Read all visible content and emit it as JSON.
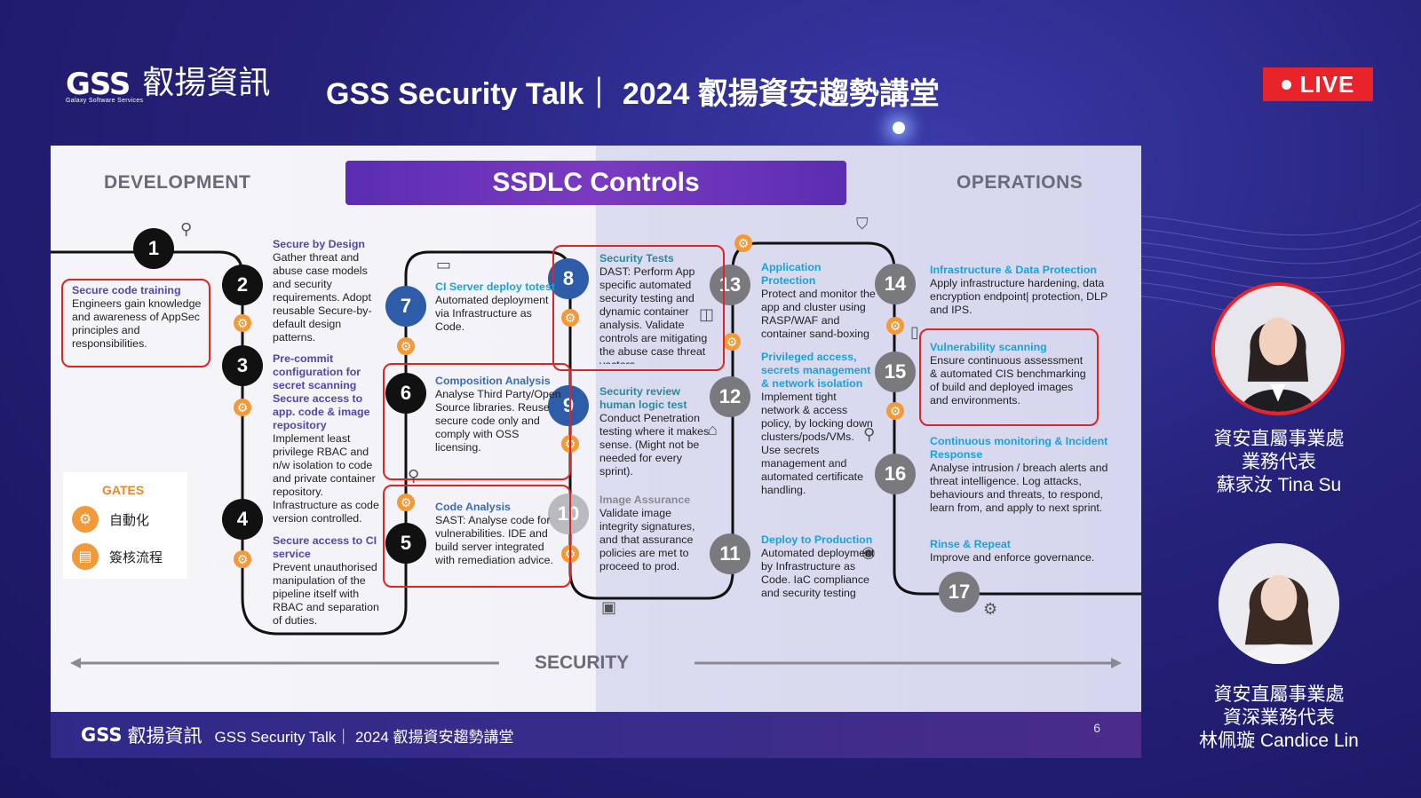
{
  "header": {
    "brand_mark": "GSS",
    "brand_sub": "Galaxy Software Services",
    "brand_cn": "叡揚資訊",
    "talk_title": "GSS Security Talk｜ 2024 叡揚資安趨勢講堂",
    "live_label": "LIVE"
  },
  "slide": {
    "development": "DEVELOPMENT",
    "title": "SSDLC Controls",
    "operations": "OPERATIONS",
    "security": "SECURITY",
    "page_number": "6",
    "footer_mark": "GSS",
    "footer_cn": "叡揚資訊",
    "footer_text": "GSS Security Talk｜ 2024 叡揚資安趨勢講堂",
    "gates": {
      "title": "GATES",
      "auto": "自動化",
      "review": "簽核流程"
    },
    "steps": {
      "s1": {
        "num": "1",
        "title": "Secure code training",
        "body": "Engineers gain knowledge and awareness of AppSec principles and responsibilities."
      },
      "s2": {
        "num": "2",
        "title": "Secure by Design",
        "body": "Gather threat and abuse case models and security requirements. Adopt reusable Secure-by-default design patterns."
      },
      "s3": {
        "num": "3",
        "title": "Pre-commit configuration for secret scanning Secure access to app. code & image repository",
        "body": "Implement least privilege RBAC and n/w isolation to code and private container repository. Infrastructure as code version controlled."
      },
      "s4": {
        "num": "4",
        "title": "Secure access to CI service",
        "body": "Prevent unauthorised manipulation of the pipeline itself with RBAC and separation of duties."
      },
      "s5": {
        "num": "5",
        "title": "Code Analysis",
        "body": "SAST: Analyse code for vulnerabilities. IDE and build server integrated with remediation advice."
      },
      "s6": {
        "num": "6",
        "title": "Composition Analysis",
        "body": "Analyse Third Party/Open Source libraries. Reuse secure code only and comply with OSS licensing."
      },
      "s7": {
        "num": "7",
        "title": "CI Server deploy totest",
        "body": "Automated deployment via Infrastructure as Code."
      },
      "s8": {
        "num": "8",
        "title": "Security Tests",
        "body": "DAST: Perform App specific automated security testing and dynamic container analysis. Validate controls are mitigating the abuse case threat vectors."
      },
      "s9": {
        "num": "9",
        "title": "Security review human logic test",
        "body": "Conduct Penetration testing where it makes sense. (Might not be needed for every sprint)."
      },
      "s10": {
        "num": "10",
        "title": "Image Assurance",
        "body": "Validate image integrity signatures, and that assurance policies are met to proceed to prod."
      },
      "s11": {
        "num": "11",
        "title": "Deploy to Production",
        "body": "Automated deployment by Infrastructure as Code. IaC compliance and security testing"
      },
      "s12": {
        "num": "12",
        "title": "Privileged access, secrets management & network isolation",
        "body": "Implement tight network & access policy, by locking down clusters/pods/VMs. Use secrets management and automated certificate handling."
      },
      "s13": {
        "num": "13",
        "title": "Application Protection",
        "body": "Protect and monitor the app and cluster using RASP/WAF and container sand-boxing"
      },
      "s14": {
        "num": "14",
        "title": "Infrastructure & Data Protection",
        "body": "Apply infrastructure hardening, data encryption endpoint| protection, DLP and IPS."
      },
      "s15": {
        "num": "15",
        "title": "Vulnerability scanning",
        "body": "Ensure continuous assessment & automated CIS benchmarking of build and deployed images and environments."
      },
      "s16": {
        "num": "16",
        "title": "Continuous monitoring & Incident Response",
        "body": "Analyse intrusion / breach alerts and threat intelligence. Log attacks, behaviours and threats, to respond, learn from, and apply to next sprint."
      },
      "s17": {
        "num": "17",
        "title": "Rinse & Repeat",
        "body": "Improve and enforce governance."
      }
    }
  },
  "speakers": [
    {
      "dept": "資安直屬事業處",
      "role": "業務代表",
      "name": "蘇家汝 Tina Su"
    },
    {
      "dept": "資安直屬事業處",
      "role": "資深業務代表",
      "name": "林佩璇 Candice Lin"
    }
  ],
  "colors": {
    "live_red": "#e8232a",
    "ssdlc_purple": "#6a33b8",
    "gate_orange": "#f29a3a",
    "frame_red": "#e02424"
  }
}
